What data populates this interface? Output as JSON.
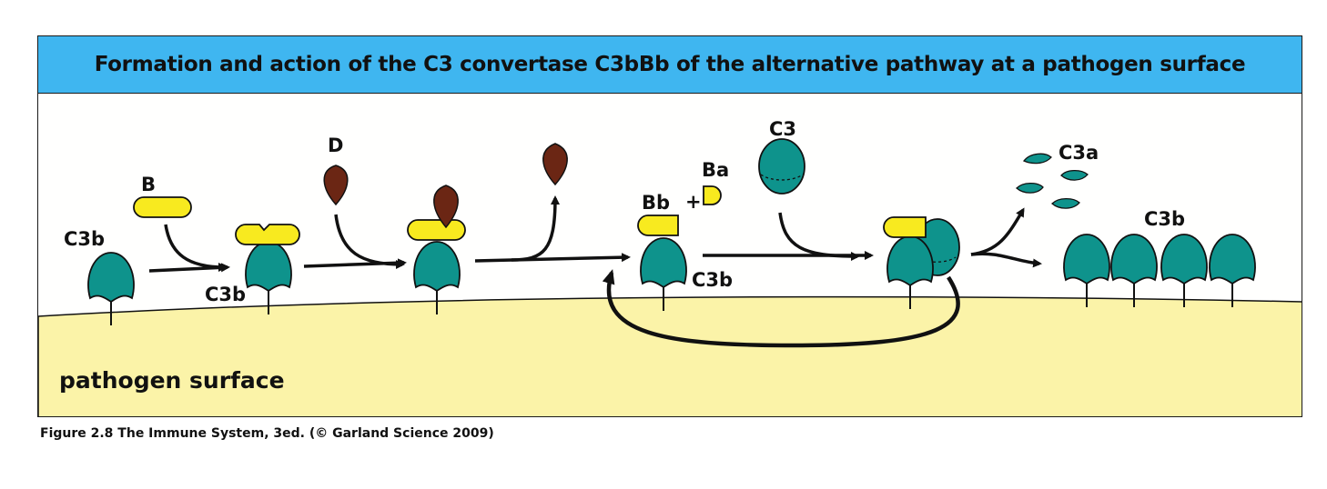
{
  "title": "Formation and action of the C3 convertase C3bBb of the alternative pathway at a pathogen surface",
  "labels": {
    "c3b_first": "C3b",
    "factor_b": "B",
    "c3b_second": "C3b",
    "factor_d": "D",
    "bb": "Bb",
    "plus": "+",
    "ba": "Ba",
    "c3b_convertase": "C3b",
    "c3": "C3",
    "c3a": "C3a",
    "c3b_deposited": "C3b",
    "surface": "pathogen surface"
  },
  "caption": "Figure 2.8 The Immune System, 3ed. (© Garland Science 2009)",
  "colors": {
    "title_bg": "#3fb6f0",
    "teal": "#0e938c",
    "yellow": "#f8ea1f",
    "brown": "#6b2614",
    "surface": "#fbf3a8",
    "arrow": "#111111"
  }
}
